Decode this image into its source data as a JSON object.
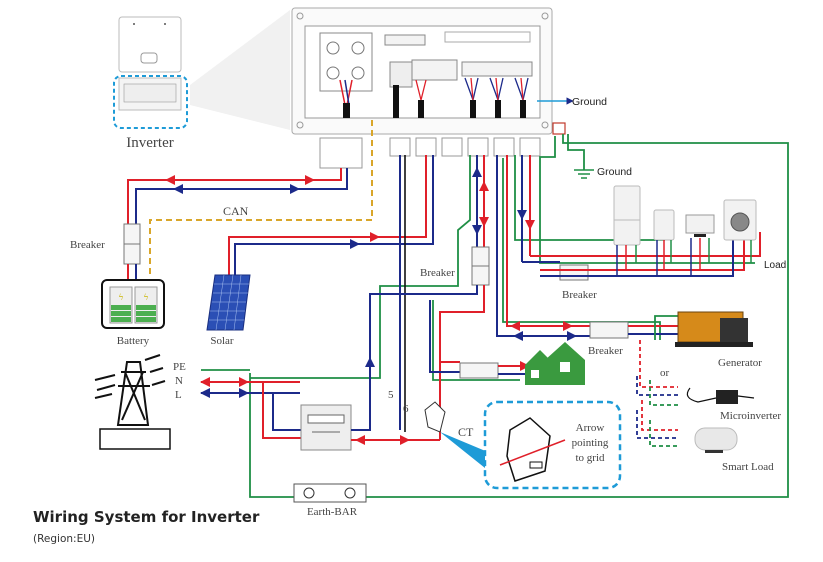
{
  "title": "Wiring System for Inverter",
  "subtitle": "(Region:EU)",
  "labels": {
    "inverter": "Inverter",
    "ground_top": "Ground",
    "ground_mid": "Ground",
    "can": "CAN",
    "breaker_battery": "Breaker",
    "battery": "Battery",
    "solar": "Solar",
    "breaker_grid": "Breaker",
    "breaker_load": "Breaker",
    "load": "Load",
    "breaker_gen": "Breaker",
    "generator": "Generator",
    "or": "or",
    "microinverter": "Microinverter",
    "smart_load": "Smart Load",
    "pe": "PE",
    "n": "N",
    "l": "L",
    "wire5": "5",
    "wire6": "6",
    "ct": "CT",
    "ct_note_1": "Arrow",
    "ct_note_2": "pointing",
    "ct_note_3": "to grid",
    "earth_bar": "Earth-BAR"
  },
  "colors": {
    "line": "#e0202a",
    "neutral": "#1c2a8a",
    "earth": "#1f8f45",
    "can": "#d9a62a",
    "highlight": "#1e9bd7",
    "house": "#3a9a3f"
  }
}
